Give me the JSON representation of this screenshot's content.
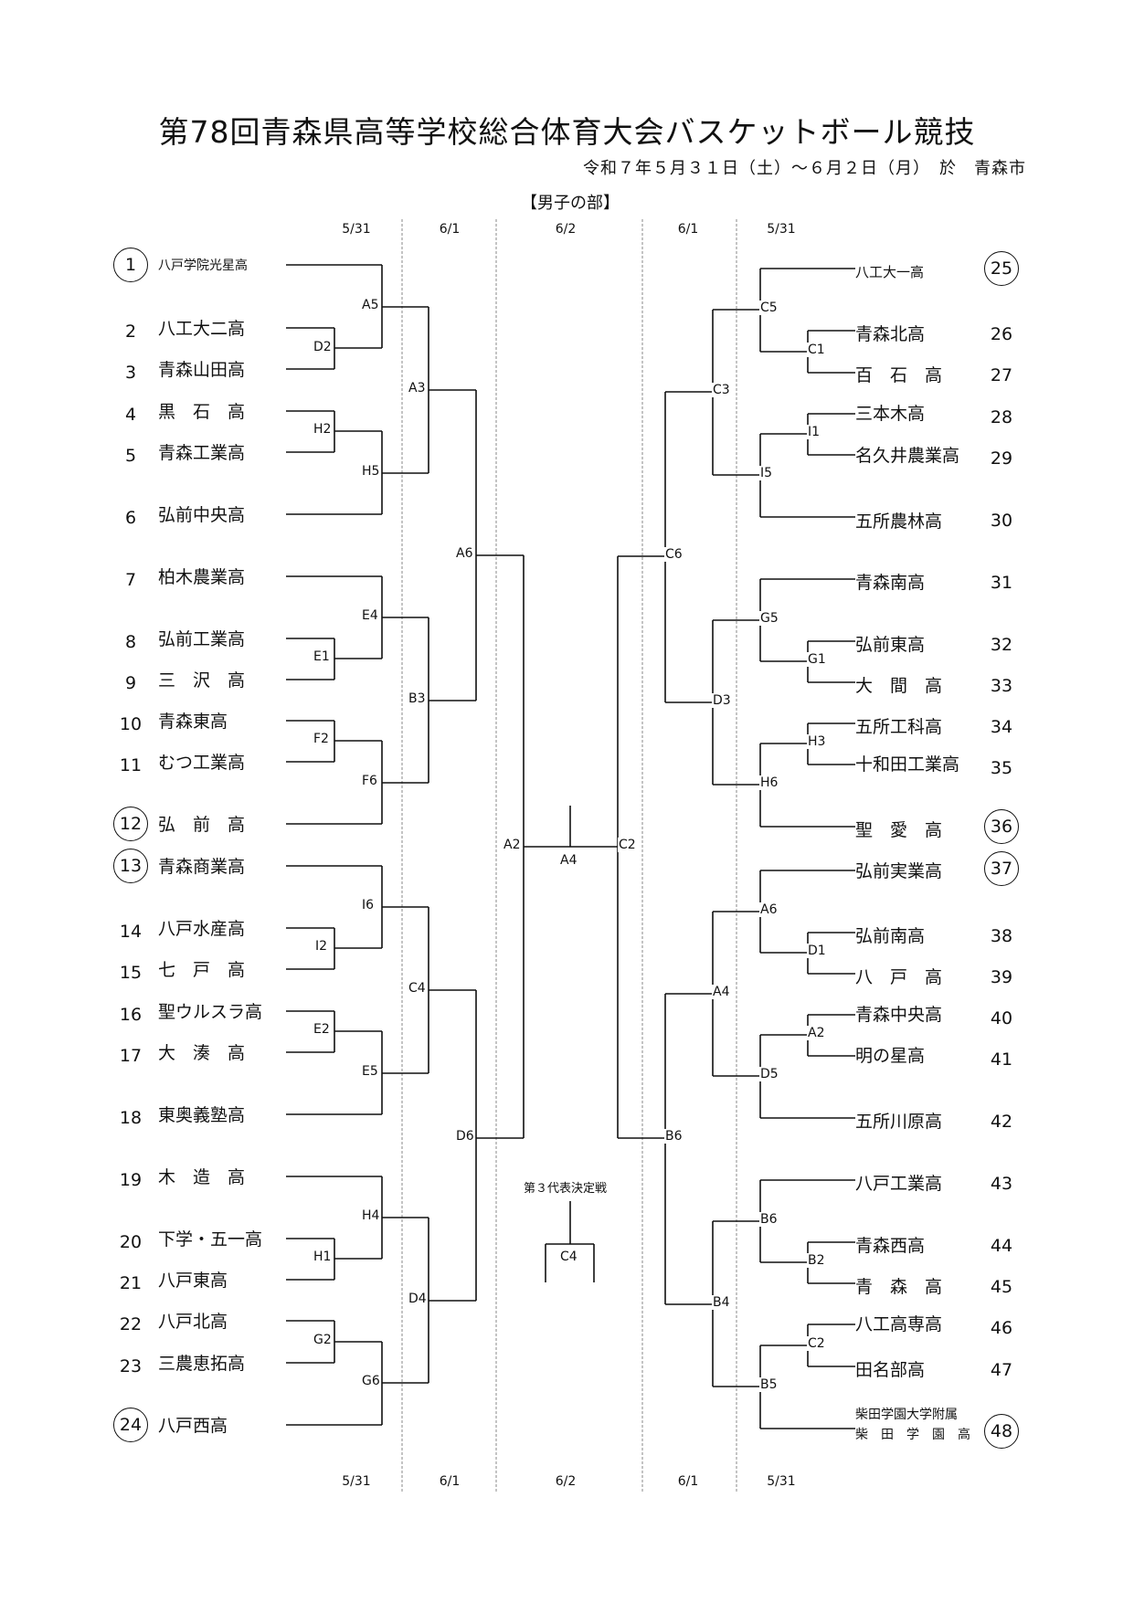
{
  "title": "第78回青森県高等学校総合体育大会バスケットボール競技",
  "subtitle": "令和７年５月３１日（土）～６月２日（月）　於　青森市",
  "division": "【男子の部】",
  "dates": [
    "5/31",
    "6/1",
    "6/2",
    "6/1",
    "5/31"
  ],
  "left_teams": [
    {
      "no": "1",
      "name": "八戸学院光星高",
      "seed": true
    },
    {
      "no": "2",
      "name": "八工大二高"
    },
    {
      "no": "3",
      "name": "青森山田高"
    },
    {
      "no": "4",
      "name": "黒　石　高"
    },
    {
      "no": "5",
      "name": "青森工業高"
    },
    {
      "no": "6",
      "name": "弘前中央高"
    },
    {
      "no": "7",
      "name": "柏木農業高"
    },
    {
      "no": "8",
      "name": "弘前工業高"
    },
    {
      "no": "9",
      "name": "三　沢　高"
    },
    {
      "no": "10",
      "name": "青森東高"
    },
    {
      "no": "11",
      "name": "むつ工業高"
    },
    {
      "no": "12",
      "name": "弘　前　高",
      "seed": true
    },
    {
      "no": "13",
      "name": "青森商業高",
      "seed": true
    },
    {
      "no": "14",
      "name": "八戸水産高"
    },
    {
      "no": "15",
      "name": "七　戸　高"
    },
    {
      "no": "16",
      "name": "聖ウルスラ高"
    },
    {
      "no": "17",
      "name": "大　湊　高"
    },
    {
      "no": "18",
      "name": "東奥義塾高"
    },
    {
      "no": "19",
      "name": "木　造　高"
    },
    {
      "no": "20",
      "name": "下学・五一高"
    },
    {
      "no": "21",
      "name": "八戸東高"
    },
    {
      "no": "22",
      "name": "八戸北高"
    },
    {
      "no": "23",
      "name": "三農恵拓高"
    },
    {
      "no": "24",
      "name": "八戸西高",
      "seed": true
    }
  ],
  "right_teams": [
    {
      "no": "25",
      "name": "八工大一高",
      "seed": true
    },
    {
      "no": "26",
      "name": "青森北高"
    },
    {
      "no": "27",
      "name": "百　石　高"
    },
    {
      "no": "28",
      "name": "三本木高"
    },
    {
      "no": "29",
      "name": "名久井農業高"
    },
    {
      "no": "30",
      "name": "五所農林高"
    },
    {
      "no": "31",
      "name": "青森南高"
    },
    {
      "no": "32",
      "name": "弘前東高"
    },
    {
      "no": "33",
      "name": "大　間　高"
    },
    {
      "no": "34",
      "name": "五所工科高"
    },
    {
      "no": "35",
      "name": "十和田工業高"
    },
    {
      "no": "36",
      "name": "聖　愛　高",
      "seed": true
    },
    {
      "no": "37",
      "name": "弘前実業高",
      "seed": true
    },
    {
      "no": "38",
      "name": "弘前南高"
    },
    {
      "no": "39",
      "name": "八　戸　高"
    },
    {
      "no": "40",
      "name": "青森中央高"
    },
    {
      "no": "41",
      "name": "明の星高"
    },
    {
      "no": "42",
      "name": "五所川原高"
    },
    {
      "no": "43",
      "name": "八戸工業高"
    },
    {
      "no": "44",
      "name": "青森西高"
    },
    {
      "no": "45",
      "name": "青　森　高"
    },
    {
      "no": "46",
      "name": "八工高専高"
    },
    {
      "no": "47",
      "name": "田名部高"
    },
    {
      "no": "48",
      "name": "柴田学園大学附属",
      "name2": "柴　田　学　園　高",
      "seed": true
    }
  ],
  "left_matches": [
    "A5",
    "D2",
    "A3",
    "H2",
    "H5",
    "A6",
    "E4",
    "E1",
    "B3",
    "F2",
    "F6",
    "A2",
    "I6",
    "I2",
    "C4",
    "E2",
    "E5",
    "D6",
    "H4",
    "H1",
    "D4",
    "G2",
    "G6"
  ],
  "right_matches": [
    "C5",
    "C1",
    "C3",
    "I1",
    "I5",
    "C6",
    "G5",
    "G1",
    "D3",
    "H3",
    "H6",
    "C2",
    "A6",
    "D1",
    "A4",
    "A2",
    "D5",
    "B6",
    "B6",
    "B2",
    "B4",
    "C2",
    "B5"
  ],
  "final_match": "A4",
  "third_place": {
    "label": "第３代表決定戦",
    "match": "C4"
  }
}
